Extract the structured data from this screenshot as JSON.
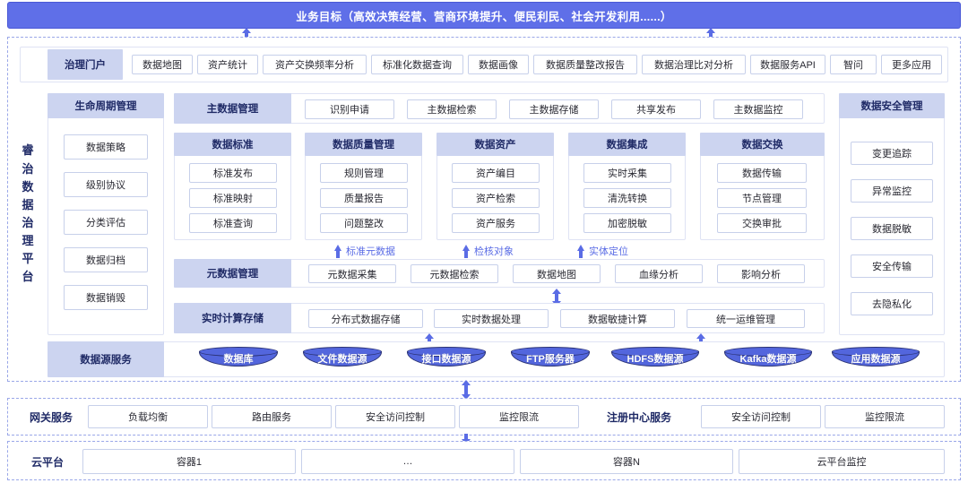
{
  "banner": {
    "title": "业务目标（高效决策经营、营商环境提升、便民利民、社会开发利用......）"
  },
  "platform": {
    "vertical_label": "睿治数据治理平台",
    "chars": [
      "睿",
      "治",
      "数",
      "据",
      "治",
      "理",
      "平",
      "台"
    ]
  },
  "portal": {
    "header": "治理门户",
    "items": [
      "数据地图",
      "资产统计",
      "资产交换频率分析",
      "标准化数据查询",
      "数据画像",
      "数据质量整改报告",
      "数据治理比对分析",
      "数据服务API",
      "智问",
      "更多应用"
    ]
  },
  "lifecycle": {
    "header": "生命周期管理",
    "items": [
      "数据策略",
      "级别协议",
      "分类评估",
      "数据归档",
      "数据销毁"
    ]
  },
  "master_data": {
    "header": "主数据管理",
    "items": [
      "识别申请",
      "主数据检索",
      "主数据存储",
      "共享发布",
      "主数据监控"
    ]
  },
  "security": {
    "header": "数据安全管理",
    "items": [
      "变更追踪",
      "异常监控",
      "数据脱敏",
      "安全传输",
      "去隐私化"
    ]
  },
  "columns": [
    {
      "header": "数据标准",
      "items": [
        "标准发布",
        "标准映射",
        "标准查询"
      ]
    },
    {
      "header": "数据质量管理",
      "items": [
        "规则管理",
        "质量报告",
        "问题整改"
      ]
    },
    {
      "header": "数据资产",
      "items": [
        "资产编目",
        "资产检索",
        "资产服务"
      ]
    },
    {
      "header": "数据集成",
      "items": [
        "实时采集",
        "清洗转换",
        "加密脱敏"
      ]
    },
    {
      "header": "数据交换",
      "items": [
        "数据传输",
        "节点管理",
        "交换审批"
      ]
    }
  ],
  "arrow_labels": [
    "标准元数据",
    "检核对象",
    "实体定位"
  ],
  "metadata": {
    "header": "元数据管理",
    "items": [
      "元数据采集",
      "元数据检索",
      "数据地图",
      "血缘分析",
      "影响分析"
    ]
  },
  "realtime": {
    "header": "实时计算存储",
    "items": [
      "分布式数据存储",
      "实时数据处理",
      "数据敏捷计算",
      "统一运维管理"
    ]
  },
  "datasource": {
    "header": "数据源服务",
    "items": [
      "数据库",
      "文件数据源",
      "接口数据源",
      "FTP服务器",
      "HDFS数据源",
      "Kafka数据源",
      "应用数据源"
    ]
  },
  "gateway": {
    "label": "网关服务",
    "items": [
      "负载均衡",
      "路由服务",
      "安全访问控制",
      "监控限流"
    ],
    "registry_label": "注册中心服务",
    "registry_items": [
      "安全访问控制",
      "监控限流"
    ]
  },
  "cloud": {
    "label": "云平台",
    "items": [
      "容器1",
      "…",
      "容器N",
      "云平台监控"
    ]
  },
  "colors": {
    "banner_bg": "#5f6fe8",
    "header_chip_bg": "#ccd4f0",
    "header_text": "#1f2a66",
    "item_border": "#c7d0ea",
    "arrow": "#5a6ce5",
    "cylinder_fill": "#5366dd",
    "cylinder_border": "#2b3375",
    "dashed_border": "#9aa7e8"
  }
}
